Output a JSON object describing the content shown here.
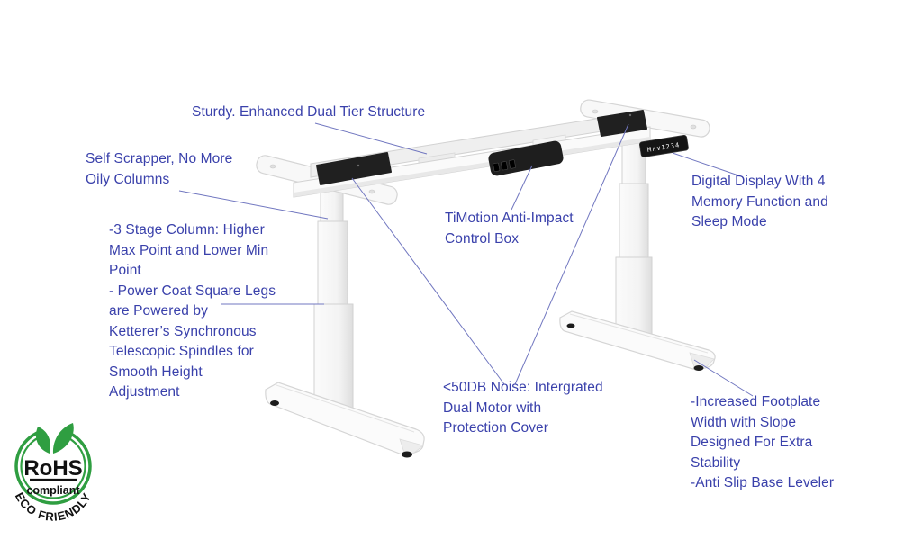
{
  "page": {
    "background_color": "#ffffff",
    "annotation_text_color": "#3a41ab",
    "leader_line_color": "#7177c0"
  },
  "product": {
    "body_color": "#f7f7f7",
    "outline_color": "#d5d5d5",
    "accent_black": "#1e1e1e"
  },
  "annotations": {
    "dual_tier": "Sturdy. Enhanced Dual Tier Structure",
    "self_scrapper": "Self Scrapper, No More\nOily Columns",
    "stage_column": "-3 Stage Column: Higher\nMax Point and Lower Min\nPoint\n- Power Coat Square Legs\nare Powered by\nKetterer’s Synchronous\nTelescopic Spindles for\nSmooth Height\nAdjustment",
    "control_box": "TiMotion Anti-Impact\nControl Box",
    "digital_display": "Digital Display With 4\nMemory Function and\nSleep Mode",
    "noise": "<50DB Noise: Intergrated\nDual Motor with\nProtection Cover",
    "footplate": "-Increased Footplate\nWidth with Slope\nDesigned For Extra\nStability\n-Anti Slip Base Leveler"
  },
  "keypad": {
    "display_text": "M∧∨1234"
  },
  "badge": {
    "title": "RoHS",
    "subtitle": "compliant",
    "arc_text": "ECO FRIENDLY",
    "green": "#2f9e41",
    "text_color": "#111111"
  }
}
